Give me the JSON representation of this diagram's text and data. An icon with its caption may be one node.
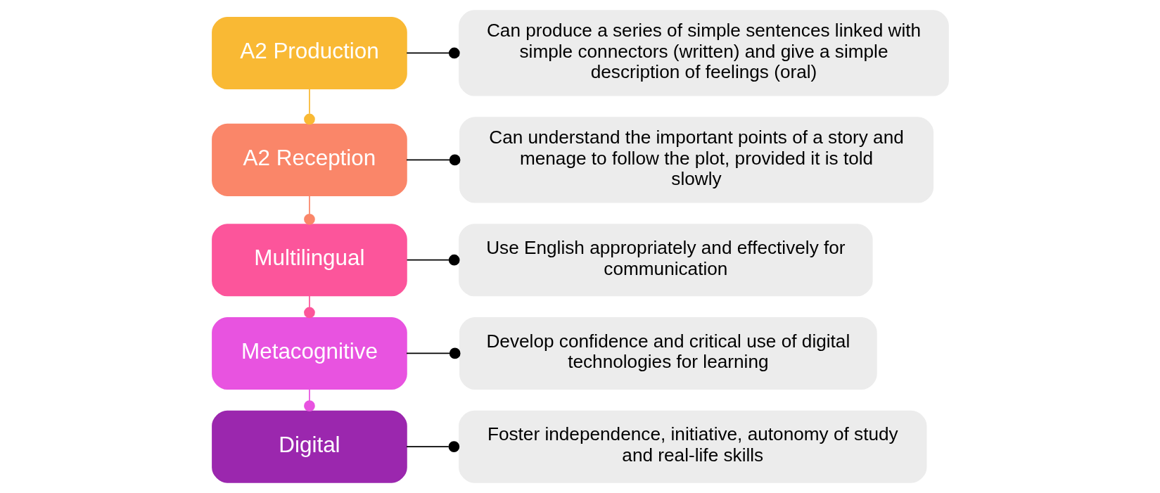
{
  "diagram": {
    "nodes": [
      {
        "text": [
          "A2 Production"
        ]
      },
      {
        "text": [
          "Can produce a series of simple sentences linked with simple connectors (written) and give a simple description of feelings (oral)"
        ]
      },
      {
        "text": [
          "A2 Reception"
        ]
      },
      {
        "text": [
          "Can understand the important points of a story and menage to follow the plot, provided it is told slowly"
        ]
      },
      {
        "text": [
          "Multilingual"
        ]
      },
      {
        "text": [
          "Use English appropriately and effectively for communication"
        ]
      },
      {
        "text": [
          "Metacognitive"
        ]
      },
      {
        "text": [
          "Develop confidence and critical use of digital technologies for learning"
        ]
      },
      {
        "text": [
          "Digital"
        ]
      },
      {
        "text": [
          "Foster independence, initiative, autonomy of study and real-life skills"
        ]
      }
    ],
    "edges": [
      {
        "from": 0,
        "to": 1,
        "arrow": "other"
      },
      {
        "from": 0,
        "to": 2,
        "arrow": "other",
        "color": "#f9b934"
      },
      {
        "from": 2,
        "to": 3,
        "arrow": "other"
      },
      {
        "from": 2,
        "to": 4,
        "arrow": "other",
        "color": "#fa8669"
      },
      {
        "from": 4,
        "to": 5,
        "arrow": "other"
      },
      {
        "from": 4,
        "to": 6,
        "arrow": "other",
        "color": "#fc559b"
      },
      {
        "from": 6,
        "to": 7,
        "arrow": "other"
      },
      {
        "from": 6,
        "to": 8,
        "arrow": "other",
        "color": "#e853e0"
      },
      {
        "from": 8,
        "to": 9,
        "arrow": "other"
      }
    ]
  }
}
